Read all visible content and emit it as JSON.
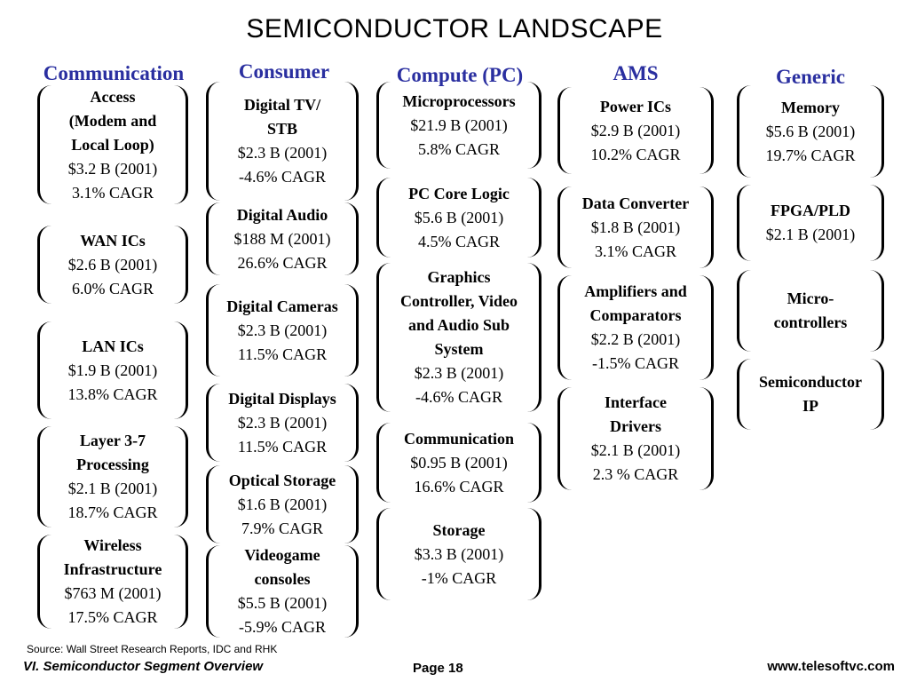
{
  "title": "SEMICONDUCTOR LANDSCAPE",
  "columns": [
    {
      "heading": "Communication",
      "items": [
        {
          "name": "Access\n(Modem and\nLocal Loop)",
          "value": "$3.2 B (2001)",
          "cagr": "3.1% CAGR"
        },
        {
          "name": "WAN ICs",
          "value": "$2.6 B (2001)",
          "cagr": "6.0% CAGR"
        },
        {
          "name": "LAN ICs",
          "value": "$1.9 B (2001)",
          "cagr": "13.8% CAGR"
        },
        {
          "name": "Layer 3-7\nProcessing",
          "value": "$2.1 B (2001)",
          "cagr": "18.7% CAGR"
        },
        {
          "name": "Wireless\nInfrastructure",
          "value": "$763 M (2001)",
          "cagr": "17.5% CAGR"
        }
      ]
    },
    {
      "heading": "Consumer",
      "items": [
        {
          "name": "Digital TV/\nSTB",
          "value": "$2.3 B (2001)",
          "cagr": "-4.6% CAGR"
        },
        {
          "name": "Digital Audio",
          "value": "$188 M (2001)",
          "cagr": "26.6% CAGR"
        },
        {
          "name": "Digital Cameras",
          "value": "$2.3 B (2001)",
          "cagr": "11.5% CAGR"
        },
        {
          "name": "Digital Displays",
          "value": "$2.3 B (2001)",
          "cagr": "11.5% CAGR"
        },
        {
          "name": "Optical Storage",
          "value": "$1.6 B (2001)",
          "cagr": "7.9% CAGR"
        },
        {
          "name": "Videogame\nconsoles",
          "value": "$5.5 B (2001)",
          "cagr": "-5.9% CAGR"
        }
      ]
    },
    {
      "heading": "Compute (PC)",
      "items": [
        {
          "name": "Microprocessors",
          "value": "$21.9 B (2001)",
          "cagr": "5.8% CAGR"
        },
        {
          "name": "PC Core Logic",
          "value": "$5.6 B (2001)",
          "cagr": "4.5% CAGR"
        },
        {
          "name": "Graphics\nController, Video\nand Audio Sub\nSystem",
          "value": "$2.3 B (2001)",
          "cagr": "-4.6% CAGR"
        },
        {
          "name": "Communication",
          "value": "$0.95 B (2001)",
          "cagr": "16.6% CAGR"
        },
        {
          "name": "Storage",
          "value": "$3.3 B (2001)",
          "cagr": "-1% CAGR"
        }
      ]
    },
    {
      "heading": "AMS",
      "items": [
        {
          "name": "Power ICs",
          "value": "$2.9 B (2001)",
          "cagr": "10.2% CAGR"
        },
        {
          "name": "Data Converter",
          "value": "$1.8 B (2001)",
          "cagr": "3.1% CAGR"
        },
        {
          "name": "Amplifiers and\nComparators",
          "value": "$2.2 B (2001)",
          "cagr": "-1.5% CAGR"
        },
        {
          "name": "Interface\nDrivers",
          "value": "$2.1 B (2001)",
          "cagr": "2.3 % CAGR"
        }
      ]
    },
    {
      "heading": "Generic",
      "items": [
        {
          "name": "Memory",
          "value": "$5.6 B (2001)",
          "cagr": "19.7% CAGR"
        },
        {
          "name": "FPGA/PLD",
          "value": "$2.1 B (2001)",
          "cagr": ""
        },
        {
          "name": "Micro-\ncontrollers",
          "value": "",
          "cagr": ""
        },
        {
          "name": "Semiconductor\nIP",
          "value": "",
          "cagr": ""
        }
      ]
    }
  ],
  "source": "Source: Wall Street Research Reports, IDC and RHK",
  "footer": {
    "section": "VI. Semiconductor Segment Overview",
    "page": "Page 18",
    "website": "www.telesoftvc.com"
  },
  "colors": {
    "heading": "#2a2fa0",
    "text": "#000000",
    "background": "#ffffff"
  }
}
